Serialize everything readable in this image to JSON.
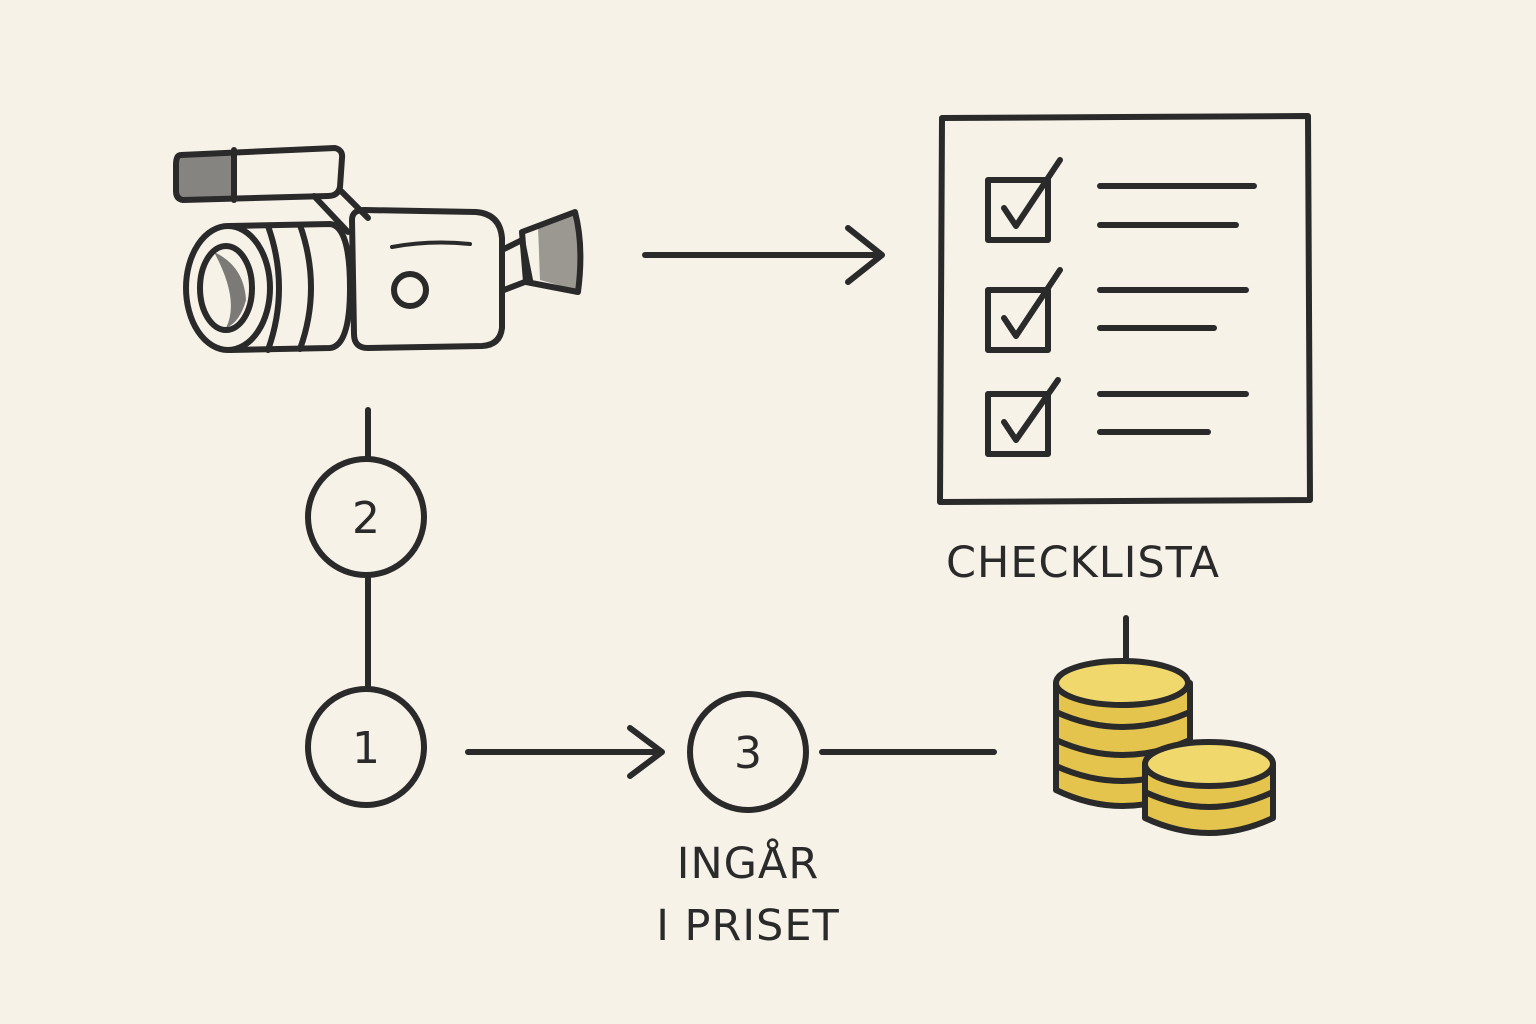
{
  "labels": {
    "checklist": "CHECKLISTA",
    "included_line1": "INGÅR",
    "included_line2": "I PRISET"
  },
  "steps": {
    "one": "1",
    "two": "2",
    "three": "3"
  },
  "icons": {
    "camera": "video-camera-icon",
    "checklist": "checklist-icon",
    "coins": "coin-stack-icon"
  },
  "colors": {
    "background": "#f7f2e8",
    "ink": "#2a2a2a",
    "gold": "#e4c44c"
  }
}
